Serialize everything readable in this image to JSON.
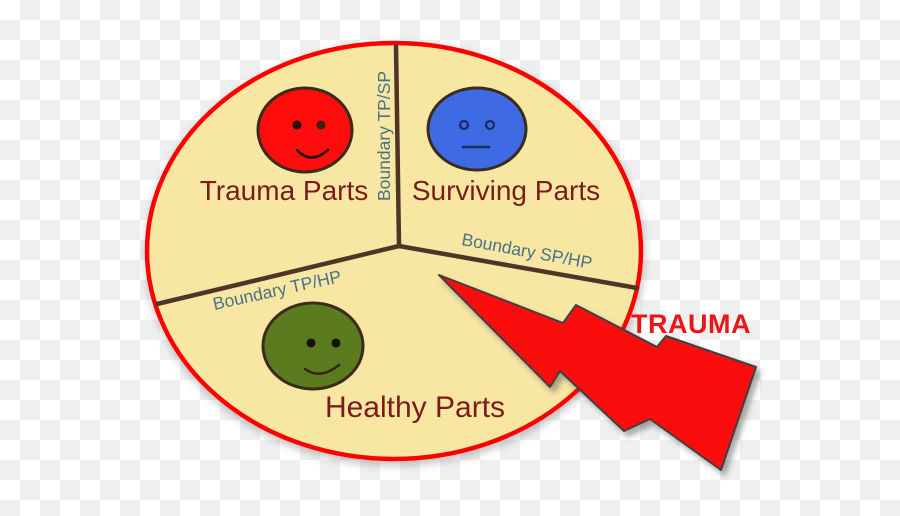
{
  "labels": {
    "trauma_parts": "Trauma Parts",
    "surviving_parts": "Surviving Parts",
    "healthy_parts": "Healthy Parts",
    "boundary_tp_sp": "Boundary TP/SP",
    "boundary_sp_hp": "Boundary SP/HP",
    "boundary_tp_hp": "Boundary TP/HP",
    "trauma": "TRAUMA"
  },
  "icons": {
    "trauma_face": "sad-face-icon",
    "surviving_face": "neutral-face-icon",
    "healthy_face": "happy-face-icon",
    "bolt": "lightning-bolt-icon"
  },
  "colors": {
    "circle_fill": "#f8e6a3",
    "circle_border": "#ff0000",
    "boundary_line": "#4f3526",
    "boundary_text": "#4c7086",
    "section_text": "#7b1b1b",
    "trauma_text": "#ec1515",
    "trauma_face_fill": "#ff0d0d",
    "surviving_face_fill": "#3e6be4",
    "healthy_face_fill": "#5c7b1e",
    "bolt_fill": "#fc0d0a",
    "checker_gray": "#efefef",
    "checker_white": "#ffffff"
  }
}
